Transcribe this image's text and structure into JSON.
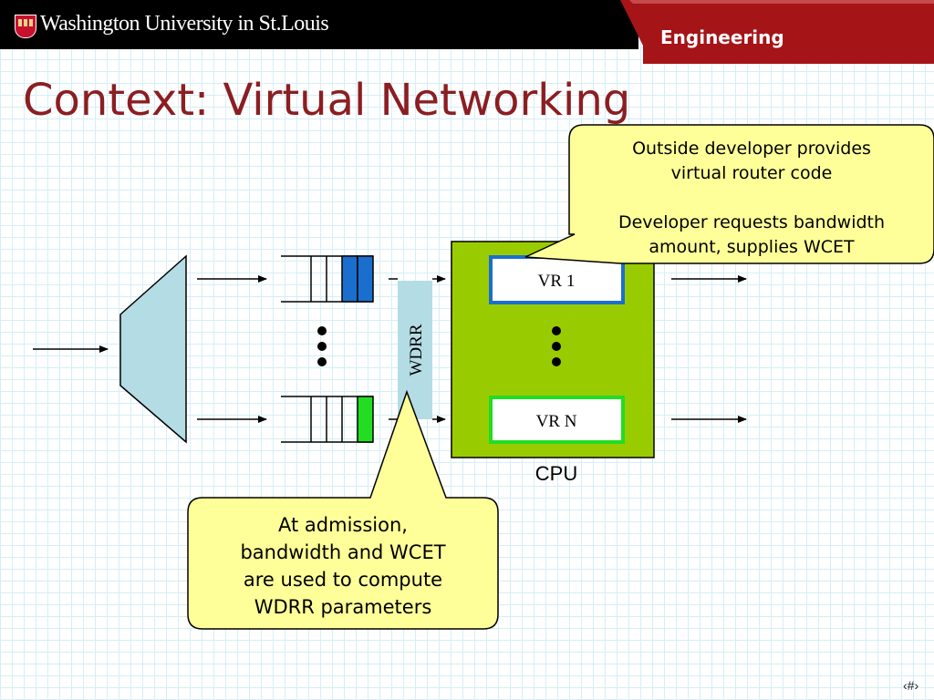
{
  "header": {
    "university": "Washington University in St.Louis",
    "school": "Engineering"
  },
  "slide": {
    "title": "Context: Virtual Networking",
    "page_number": "‹#›"
  },
  "diagram": {
    "scheduler_label": "WDRR",
    "cpu_label": "CPU",
    "vr_top_label": "VR 1",
    "vr_bottom_label": "VR N",
    "colors": {
      "demux": "#b3dce4",
      "queue_top_fill": "#1a6fce",
      "queue_bottom_fill": "#22dd22",
      "cpu_box": "#99cc00",
      "vr_top_border": "#1a6fce",
      "vr_bottom_border": "#22dd22",
      "callout": "#ffff99"
    }
  },
  "callouts": {
    "top_line1": "Outside developer provides",
    "top_line2": "virtual router code",
    "top_line3": "Developer requests bandwidth",
    "top_line4": "amount, supplies WCET",
    "bottom_line1": "At admission,",
    "bottom_line2": "bandwidth and WCET",
    "bottom_line3": "are used to compute",
    "bottom_line4": "WDRR parameters"
  }
}
